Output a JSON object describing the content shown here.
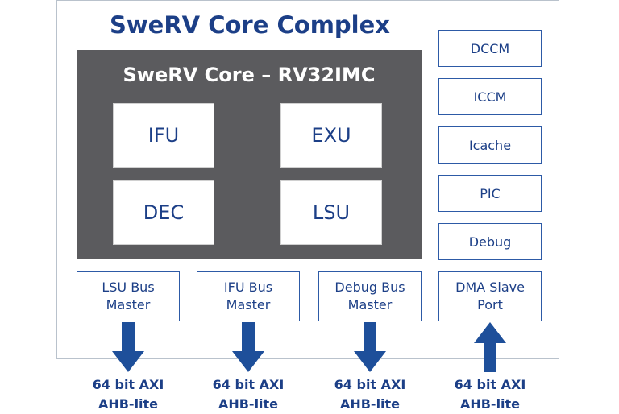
{
  "diagram": {
    "title": "SweRV Core Complex",
    "core": {
      "title": "SweRV Core – RV32IMC",
      "units": [
        "IFU",
        "EXU",
        "DEC",
        "LSU"
      ]
    },
    "side_blocks": [
      "DCCM",
      "ICCM",
      "Icache",
      "PIC",
      "Debug"
    ],
    "bus_blocks": [
      {
        "label": "LSU Bus Master",
        "direction": "out"
      },
      {
        "label": "IFU Bus Master",
        "direction": "out"
      },
      {
        "label": "Debug Bus Master",
        "direction": "out"
      },
      {
        "label": "DMA Slave Port",
        "direction": "in"
      }
    ],
    "interfaces": [
      {
        "line1": "64 bit AXI",
        "line2": "AHB-lite"
      },
      {
        "line1": "64 bit AXI",
        "line2": "AHB-lite"
      },
      {
        "line1": "64 bit AXI",
        "line2": "AHB-lite"
      },
      {
        "line1": "64 bit AXI",
        "line2": "AHB-lite"
      }
    ],
    "colors": {
      "text_blue": "#1c3f87",
      "border_blue": "#2d5aa6",
      "core_gray": "#5b5b5e",
      "arrow_blue": "#1e4f9a"
    }
  }
}
